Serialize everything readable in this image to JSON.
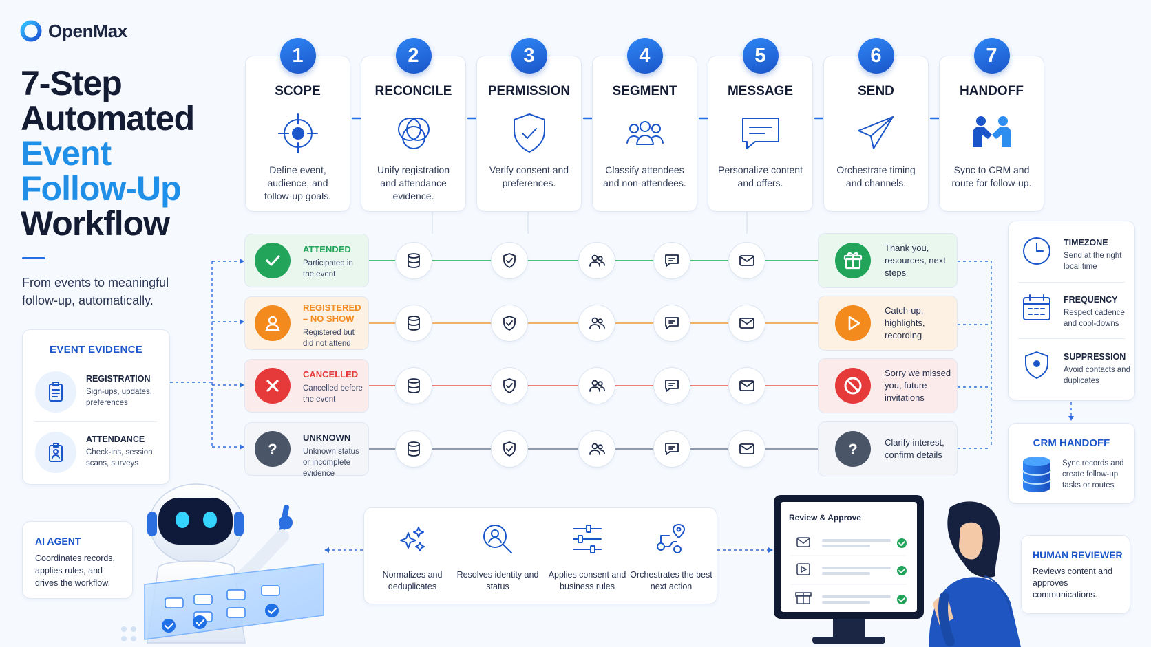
{
  "brand": {
    "name": "OpenMax"
  },
  "title": {
    "line1": "7-Step",
    "line2": "Automated",
    "line3": "Event",
    "line4": "Follow-Up",
    "line5": "Workflow"
  },
  "subtitle": "From events to meaningful follow-up, automatically.",
  "colors": {
    "primary": "#1a56c9",
    "accent": "#1f8fe8",
    "attended": "#22a55b",
    "no_show": "#f28a1e",
    "cancelled": "#e5393a",
    "unknown": "#4b5568"
  },
  "steps": [
    {
      "num": "1",
      "label": "SCOPE",
      "icon": "target-icon",
      "desc": "Define event, audience, and follow-up goals."
    },
    {
      "num": "2",
      "label": "RECONCILE",
      "icon": "overlap-circles-icon",
      "desc": "Unify registration and attendance evidence."
    },
    {
      "num": "3",
      "label": "PERMISSION",
      "icon": "shield-check-icon",
      "desc": "Verify consent and preferences."
    },
    {
      "num": "4",
      "label": "SEGMENT",
      "icon": "group-icon",
      "desc": "Classify attendees and non-attendees."
    },
    {
      "num": "5",
      "label": "MESSAGE",
      "icon": "chat-icon",
      "desc": "Personalize content and offers."
    },
    {
      "num": "6",
      "label": "SEND",
      "icon": "paper-plane-icon",
      "desc": "Orchestrate timing and channels."
    },
    {
      "num": "7",
      "label": "HANDOFF",
      "icon": "handshake-icon",
      "desc": "Sync to CRM and route for follow-up."
    }
  ],
  "lanes": [
    {
      "key": "attended",
      "title": "ATTENDED",
      "desc": "Participated in the event",
      "outcome": "Thank you, resources, next steps",
      "outcome_icon": "gift-icon"
    },
    {
      "key": "no-show",
      "title": "REGISTERED – NO SHOW",
      "desc": "Registered but did not attend",
      "outcome": "Catch-up, highlights, recording",
      "outcome_icon": "play-icon"
    },
    {
      "key": "cancelled",
      "title": "CANCELLED",
      "desc": "Cancelled before the event",
      "outcome": "Sorry we missed you, future invitations",
      "outcome_icon": "block-icon"
    },
    {
      "key": "unknown",
      "title": "UNKNOWN",
      "desc": "Unknown status or incomplete evidence",
      "outcome": "Clarify interest, confirm details",
      "outcome_icon": "question-icon"
    }
  ],
  "evidence": {
    "title": "EVENT EVIDENCE",
    "items": [
      {
        "name": "REGISTRATION",
        "desc": "Sign-ups, updates, preferences",
        "icon": "clipboard-icon"
      },
      {
        "name": "ATTENDANCE",
        "desc": "Check-ins, session scans, surveys",
        "icon": "badge-icon"
      }
    ]
  },
  "rules": [
    {
      "name": "TIMEZONE",
      "desc": "Send at the right local time",
      "icon": "clock-icon"
    },
    {
      "name": "FREQUENCY",
      "desc": "Respect cadence and cool-downs",
      "icon": "calendar-icon"
    },
    {
      "name": "SUPPRESSION",
      "desc": "Avoid contacts and duplicates",
      "icon": "shield-icon"
    }
  ],
  "crm": {
    "title": "CRM HANDOFF",
    "desc": "Sync records and create follow-up tasks or routes",
    "icon": "database-icon"
  },
  "ai_agent": {
    "title": "AI AGENT",
    "desc": "Coordinates records, applies rules, and drives the workflow."
  },
  "process": [
    {
      "label": "Normalizes and deduplicates",
      "icon": "sparkles-icon"
    },
    {
      "label": "Resolves identity and status",
      "icon": "person-search-icon"
    },
    {
      "label": "Applies consent and business rules",
      "icon": "sliders-icon"
    },
    {
      "label": "Orchestrates the best next action",
      "icon": "route-icon"
    }
  ],
  "review": {
    "title": "Review & Approve"
  },
  "human_reviewer": {
    "title": "HUMAN REVIEWER",
    "desc": "Reviews content and approves communications."
  }
}
